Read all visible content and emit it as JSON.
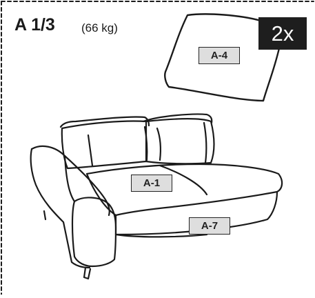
{
  "header": {
    "title": "A 1/3",
    "weight": "(66 kg)",
    "quantity": "2x"
  },
  "parts": {
    "cushion": "A-4",
    "seat": "A-1",
    "base": "A-7"
  }
}
